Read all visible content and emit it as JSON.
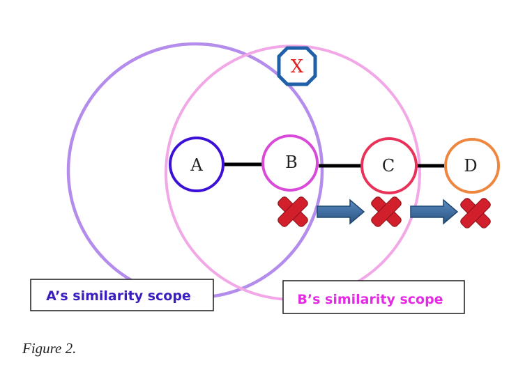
{
  "nodes": {
    "a": {
      "label": "A",
      "color": "#3d10d8"
    },
    "b": {
      "label": "B",
      "color": "#d94ad9"
    },
    "c": {
      "label": "C",
      "color": "#e8325a"
    },
    "d": {
      "label": "D",
      "color": "#ee8640"
    },
    "x": {
      "label": "X",
      "color": "#2060a8",
      "text_color": "#e02020"
    }
  },
  "scopes": {
    "a": {
      "label": "A’s similarity scope",
      "circle_color": "#b48cec",
      "text_color": "#3b1dbf"
    },
    "b": {
      "label": "B’s similarity scope",
      "circle_color": "#f2a8e6",
      "text_color": "#e52ae5"
    }
  },
  "colors": {
    "edge": "#000000",
    "cross": "#d11f2c",
    "arrow": "#3a6a9a"
  },
  "caption": "Figure 2."
}
